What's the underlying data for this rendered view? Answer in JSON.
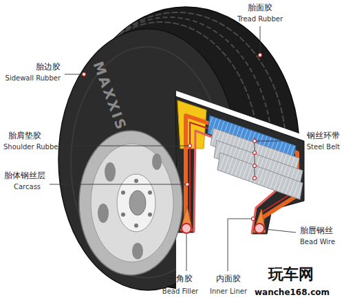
{
  "diagram": {
    "labels": [
      "胎面胶",
      "Tread Rubber",
      "MAXXIS",
      "胎边胶",
      "Sidewall Rubber",
      "钢丝环带",
      "Steel Belt",
      "胎肩垫胶",
      "Shoulder Rubber",
      "胎体钢丝层",
      "Carcass",
      "胎唇钢丝",
      "Bead Wire",
      "三角胶",
      "Bead Filler",
      "内面胶",
      "Inner Liner",
      "玩车网",
      "wanche168.com"
    ]
  }
}
